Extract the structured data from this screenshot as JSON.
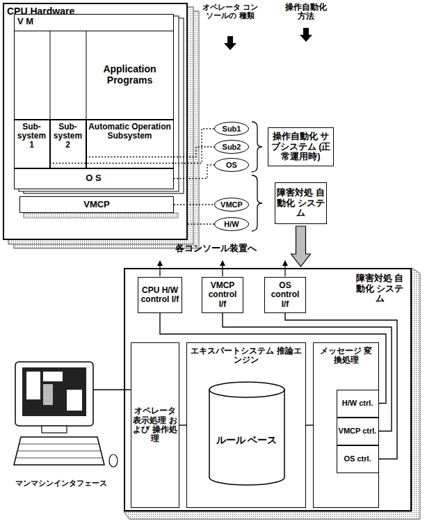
{
  "diagram": {
    "nodes": [
      {
        "text": [
          "CPU Hardware"
        ]
      },
      {
        "text": [
          "V M"
        ],
        "in": 0
      },
      {
        "text": [
          "Application Programs"
        ],
        "in": 1
      },
      {
        "text": [
          "Sub- system 1"
        ],
        "in": 1
      },
      {
        "text": [
          "Sub- system 2"
        ],
        "in": 1
      },
      {
        "text": [
          "Automatic Operation Subsystem"
        ],
        "in": 1
      },
      {
        "text": [
          "O S"
        ],
        "in": 1
      },
      {
        "text": [
          "VMCP"
        ],
        "in": 0
      },
      {
        "text": [
          "Sub1"
        ]
      },
      {
        "text": [
          "Sub2"
        ]
      },
      {
        "text": [
          "OS"
        ]
      },
      {
        "text": [
          "VMCP"
        ]
      },
      {
        "text": [
          "H/W"
        ]
      },
      {
        "text": [
          "操作自動化 サブシステム (正常運用時)"
        ]
      },
      {
        "text": [
          "障害対処 自動化 システム"
        ]
      },
      {
        "text": [
          "障害対処 自動化 システム"
        ]
      },
      {
        "text": [
          "CPU H/W control I/f"
        ],
        "in": 15
      },
      {
        "text": [
          "VMCP control I/f"
        ],
        "in": 15
      },
      {
        "text": [
          "OS control I/f"
        ],
        "in": 15
      },
      {
        "text": [
          "オペレータ 表示処理 および 操作処理"
        ],
        "in": 15
      },
      {
        "text": [
          "エキスパートシステム 推論エンジン"
        ],
        "in": 15
      },
      {
        "text": [
          "ルール ベース"
        ],
        "in": 20
      },
      {
        "text": [
          "メッセージ 変換処理"
        ],
        "in": 15
      },
      {
        "text": [
          "H/W ctrl."
        ],
        "in": 22
      },
      {
        "text": [
          "VMCP ctrl."
        ],
        "in": 22
      },
      {
        "text": [
          "OS ctrl."
        ],
        "in": 22
      }
    ],
    "edges": [
      {
        "from": 3,
        "to": 8,
        "arrow": "none"
      },
      {
        "from": 4,
        "to": 9,
        "arrow": "none"
      },
      {
        "from": 6,
        "to": 10,
        "arrow": "none"
      },
      {
        "from": 7,
        "to": 11,
        "arrow": "none"
      },
      {
        "from": 0,
        "to": 12,
        "arrow": "none"
      },
      {
        "from": 14,
        "to": 15,
        "arrow": "to"
      },
      {
        "from": 23,
        "to": 16,
        "arrow": "none"
      },
      {
        "from": 24,
        "to": 17,
        "arrow": "none"
      },
      {
        "from": 25,
        "to": 18,
        "arrow": "none"
      },
      {
        "from": 19,
        "to": 20,
        "arrow": "none"
      },
      {
        "from": 20,
        "to": 22,
        "arrow": "none"
      }
    ],
    "labels": [
      "オペレータ コンソールの 種類",
      "操作自動化 方法",
      "各コンソール装置へ",
      "マンマシンインタフェース"
    ]
  }
}
